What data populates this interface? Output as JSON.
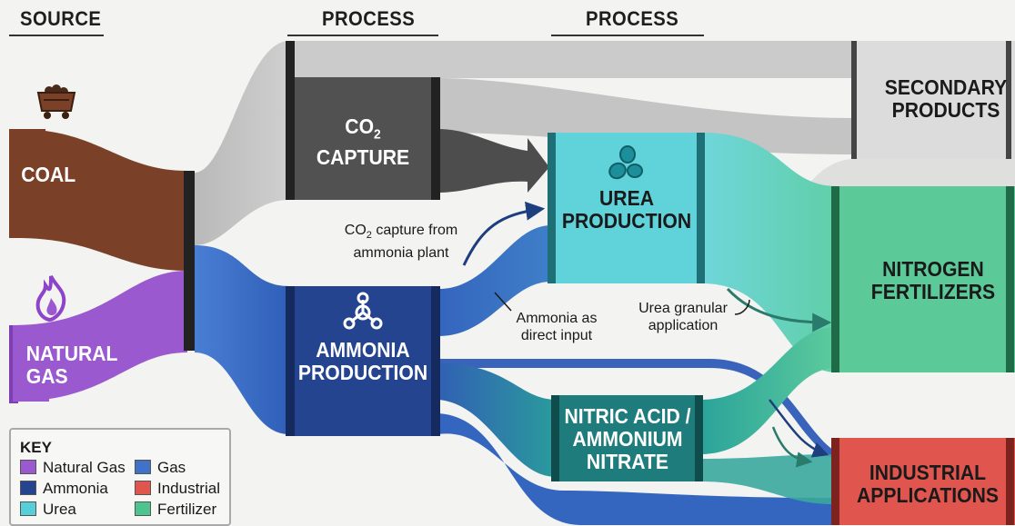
{
  "columns": {
    "source": "SOURCE",
    "process1": "PROCESS",
    "process2": "PROCESS"
  },
  "nodes": {
    "coal": "COAL",
    "natural_gas_line1": "NATURAL",
    "natural_gas_line2": "GAS",
    "co2_capture_line1": "CO",
    "co2_capture_sub": "2",
    "co2_capture_line2": "CAPTURE",
    "ammonia_line1": "AMMONIA",
    "ammonia_line2": "PRODUCTION",
    "urea_line1": "UREA",
    "urea_line2": "PRODUCTION",
    "nitric_line1": "NITRIC ACID /",
    "nitric_line2": "AMMONIUM",
    "nitric_line3": "NITRATE",
    "secondary_line1": "SECONDARY",
    "secondary_line2": "PRODUCTS",
    "nitrogen_line1": "NITROGEN",
    "nitrogen_line2": "FERTILIZERS",
    "industrial_line1": "INDUSTRIAL",
    "industrial_line2": "APPLICATIONS"
  },
  "annotations": {
    "co2_from_ammonia_prefix": "CO",
    "co2_from_ammonia_sub": "2",
    "co2_from_ammonia_rest": " capture from",
    "co2_from_ammonia_line2": "ammonia plant",
    "ammonia_direct_line1": "Ammonia as",
    "ammonia_direct_line2": "direct input",
    "urea_granular_line1": "Urea granular",
    "urea_granular_line2": "application"
  },
  "key": {
    "title": "KEY",
    "items": [
      {
        "label": "Natural Gas",
        "color": "#9b59d0"
      },
      {
        "label": "Gas",
        "color": "#3f72c8"
      },
      {
        "label": "Ammonia",
        "color": "#24448f"
      },
      {
        "label": "Industrial",
        "color": "#e0564f"
      },
      {
        "label": "Urea",
        "color": "#56cfd8"
      },
      {
        "label": "Fertilizer",
        "color": "#4fc48e"
      }
    ]
  },
  "colors": {
    "coal": "#7a4128",
    "natural_gas": "#9b59d0",
    "gas_flow": "#3f72c8",
    "ammonia": "#24448f",
    "co2": "#4a4a4a",
    "urea": "#56cfd8",
    "nitric": "#1f7f7f",
    "secondary": "#d7d7d7",
    "fertilizer": "#4fc48e",
    "industrial": "#e0564f"
  },
  "icons": [
    "mine-cart-icon",
    "flame-icon",
    "molecule-icon",
    "granules-icon"
  ]
}
